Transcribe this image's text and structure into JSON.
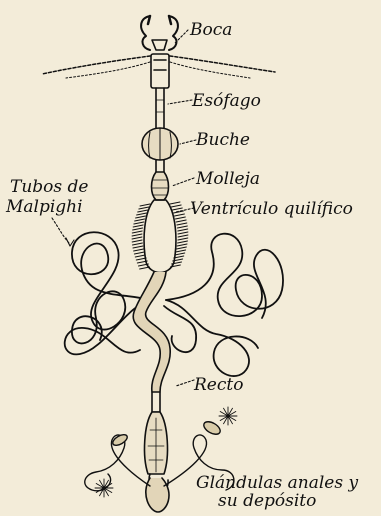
{
  "labels": {
    "boca": "Boca",
    "esofago": "Esófago",
    "buche": "Buche",
    "molleja": "Molleja",
    "tubos_line1": "Tubos de",
    "tubos_line2": "Malpighi",
    "ventriculo": "Ventrículo quilífico",
    "recto": "Recto",
    "glandulas_line1": "Glándulas anales y",
    "glandulas_line2": "su depósito"
  },
  "colors": {
    "paper": "#f3ecd9",
    "ink": "#111111"
  }
}
